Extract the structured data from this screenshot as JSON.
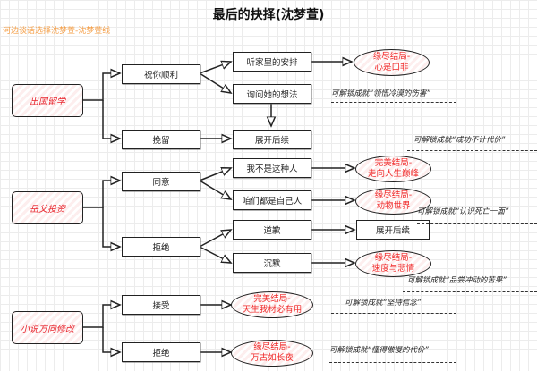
{
  "title": "最后的抉择(沈梦萱)",
  "subtitle": "河边谈话选择沈梦萱-沈梦萱线",
  "roots": [
    {
      "label": "出国留学"
    },
    {
      "label": "岳父投资"
    },
    {
      "label": "小说方向修改"
    }
  ],
  "choices": {
    "wish_luck": "祝你顺利",
    "retain": "挽留",
    "agree": "同意",
    "refuse1": "拒绝",
    "accept": "接受",
    "refuse2": "拒绝"
  },
  "options": {
    "family_plan": "听家里的安排",
    "ask_her": "询问她的想法",
    "continue1": "展开后续",
    "not_that_person": "我不是这种人",
    "we_are_family": "咱们都是自己人",
    "apologize": "道歉",
    "silence": "沉默",
    "continue2": "展开后续"
  },
  "endings": {
    "e1": {
      "line1": "缘尽结局-",
      "line2": "心是口非"
    },
    "e2": {
      "line1": "完美结局-",
      "line2": "走向人生巅峰"
    },
    "e3": {
      "line1": "缘尽结局-",
      "line2": "动物世界"
    },
    "e4": {
      "line1": "缘尽结局-",
      "line2": "速度与悲情"
    },
    "e5": {
      "line1": "完美结局-",
      "line2": "天生我材必有用"
    },
    "e6": {
      "line1": "缘尽结局-",
      "line2": "万古如长夜"
    }
  },
  "achievements": {
    "a1": "可解锁成就“领悟冷漠的伤害”",
    "a2": "可解锁成就“成功不计代价”",
    "a3": "可解锁成就“认识死亡一面”",
    "a4": "可解锁成就“品尝冲动的苦果”",
    "a5": "可解锁成就“坚持信念”",
    "a6": "可解锁成就“懂得傲慢的代价”"
  }
}
